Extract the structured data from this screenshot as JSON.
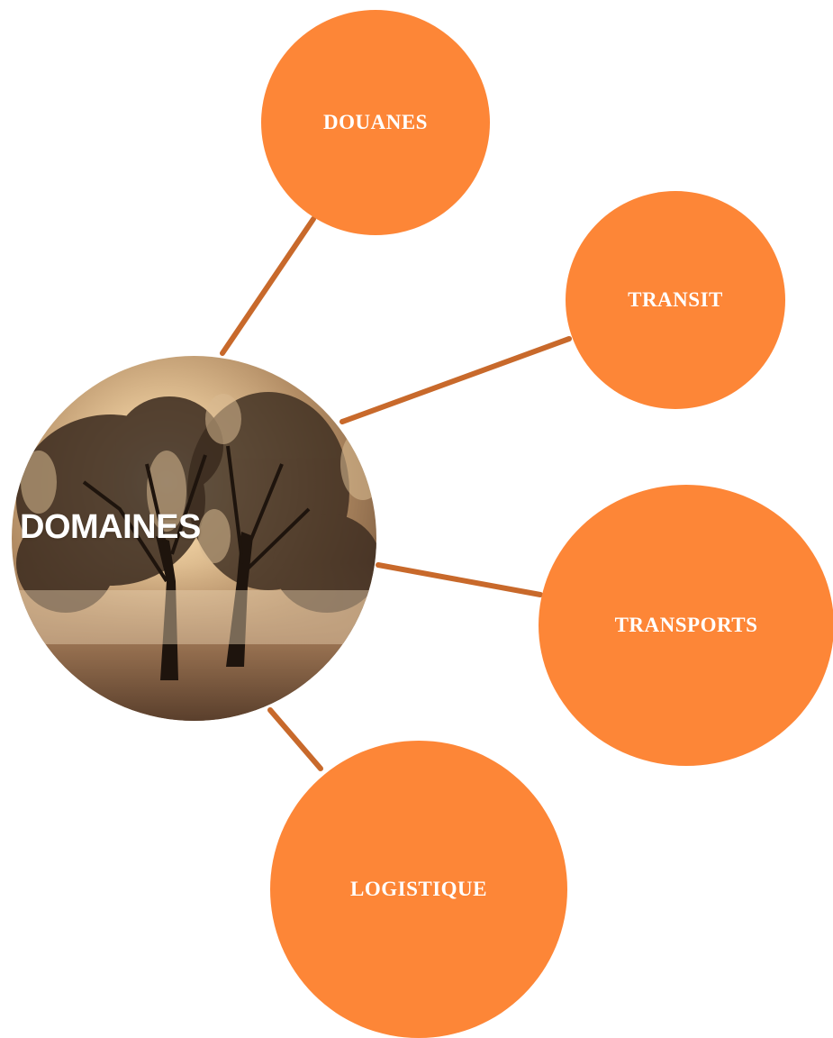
{
  "center": {
    "label": "DOMAINES",
    "image": "tree-silhouette-at-sunrise-photo"
  },
  "nodes": [
    {
      "id": "douanes",
      "label": "DOUANES"
    },
    {
      "id": "transit",
      "label": "TRANSIT"
    },
    {
      "id": "transports",
      "label": "TRANSPORTS"
    },
    {
      "id": "logistique",
      "label": "LOGISTIQUE"
    }
  ],
  "colors": {
    "node_fill": "#fd8637",
    "connector": "#c8692b",
    "label_text": "#ffffff"
  }
}
